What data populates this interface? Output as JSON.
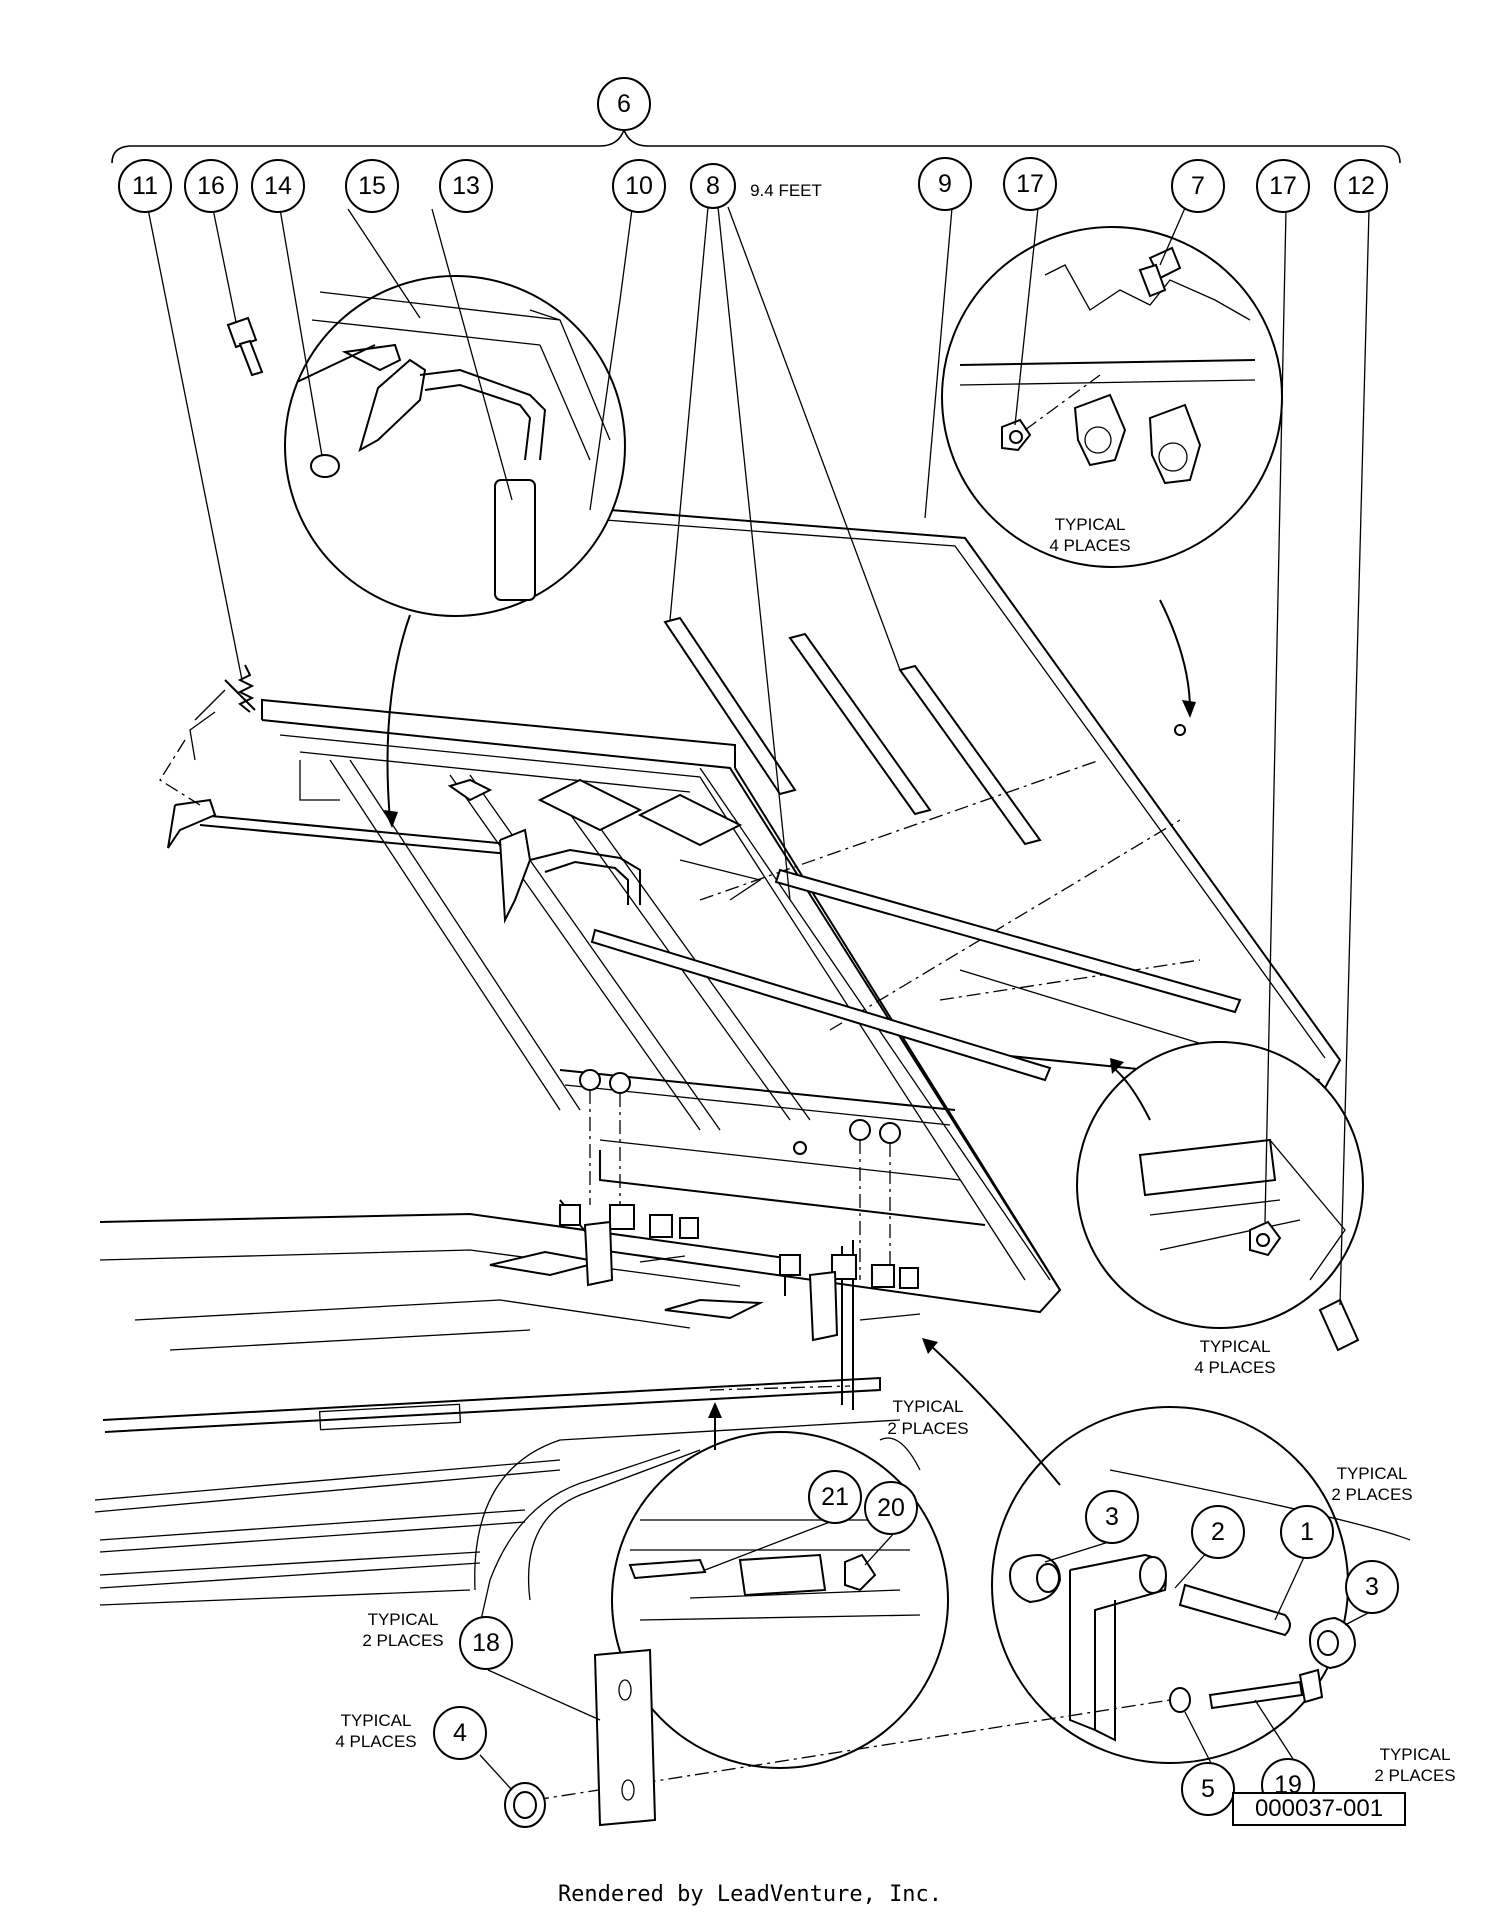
{
  "callouts": [
    {
      "id": "c6",
      "label": "6"
    },
    {
      "id": "c11",
      "label": "11"
    },
    {
      "id": "c16",
      "label": "16"
    },
    {
      "id": "c14",
      "label": "14"
    },
    {
      "id": "c15",
      "label": "15"
    },
    {
      "id": "c13",
      "label": "13"
    },
    {
      "id": "c10",
      "label": "10"
    },
    {
      "id": "c8",
      "label": "8"
    },
    {
      "id": "c9",
      "label": "9"
    },
    {
      "id": "c17a",
      "label": "17"
    },
    {
      "id": "c7",
      "label": "7"
    },
    {
      "id": "c17b",
      "label": "17"
    },
    {
      "id": "c12",
      "label": "12"
    },
    {
      "id": "c21",
      "label": "21"
    },
    {
      "id": "c20",
      "label": "20"
    },
    {
      "id": "c3a",
      "label": "3"
    },
    {
      "id": "c2",
      "label": "2"
    },
    {
      "id": "c1",
      "label": "1"
    },
    {
      "id": "c3b",
      "label": "3"
    },
    {
      "id": "c18",
      "label": "18"
    },
    {
      "id": "c4",
      "label": "4"
    },
    {
      "id": "c5",
      "label": "5"
    },
    {
      "id": "c19",
      "label": "19"
    }
  ],
  "notes": {
    "part8_length": "9.4 FEET",
    "typical_4_places": [
      "TYPICAL",
      "4 PLACES"
    ],
    "typical_2_places": [
      "TYPICAL",
      "2 PLACES"
    ]
  },
  "figure_id": "000037-001",
  "credit": "Rendered by LeadVenture, Inc."
}
